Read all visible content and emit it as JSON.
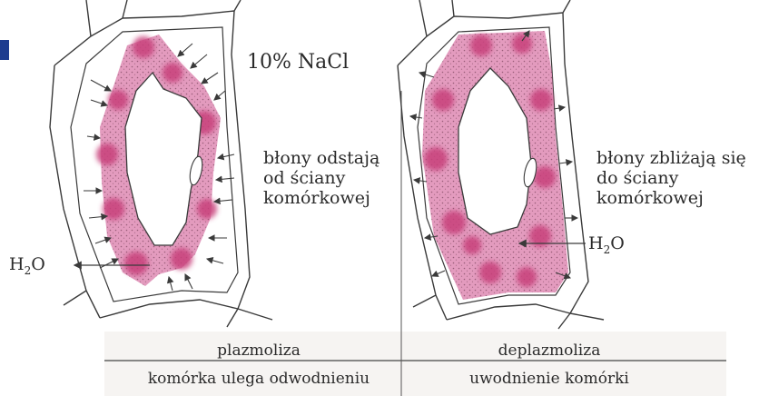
{
  "concentration_label": "10% NaCl",
  "left_cell": {
    "caption": [
      "błony odstają",
      "od ściany",
      "komórkowej"
    ],
    "water": "H",
    "water_sub": "2",
    "water_end": "O"
  },
  "right_cell": {
    "caption": [
      "błony zbliżają się",
      "do ściany",
      "komórkowej"
    ],
    "water": "H",
    "water_sub": "2",
    "water_end": "O"
  },
  "table": {
    "process_left": "plazmoliza",
    "process_right": "deplazmoliza",
    "effect_left": "komórka ulega odwodnieniu",
    "effect_right": "uwodnienie komórki"
  },
  "colors": {
    "cytoplasm": "#c8407a",
    "cytoplasm_light": "#d97aa8",
    "lines": "#3a3a3a",
    "table_bg": "#f6f4f2",
    "accent": "#1d3c8f"
  }
}
